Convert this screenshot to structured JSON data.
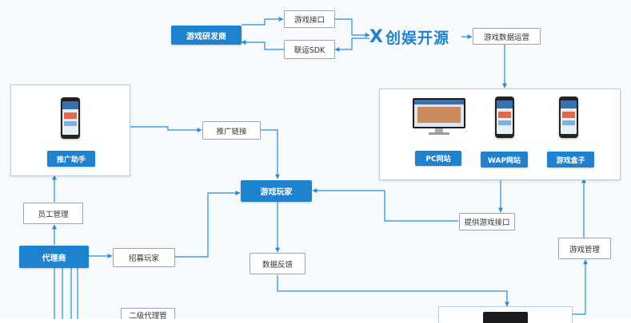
{
  "logo": {
    "mark": "X",
    "text": "创娱开源"
  },
  "nodes": {
    "dev": "游戏研发商",
    "game_api": "游戏接口",
    "sdk": "联运SDK",
    "ops": "游戏数据运营",
    "promo_link": "推广链接",
    "promo_helper": "推广助手",
    "player": "游戏玩家",
    "pc": "PC网站",
    "wap": "WAP网站",
    "box": "游戏盒子",
    "provide_api": "提供游戏接口",
    "staff": "员工管理",
    "agent": "代理商",
    "recruit": "招募玩家",
    "feedback": "数据反馈",
    "game_mgmt": "游戏管理",
    "sub_agent": "二级代理管"
  },
  "colors": {
    "primary": "#1e82cf",
    "line": "#2a8bd6",
    "outline": "#9aa5b1"
  }
}
